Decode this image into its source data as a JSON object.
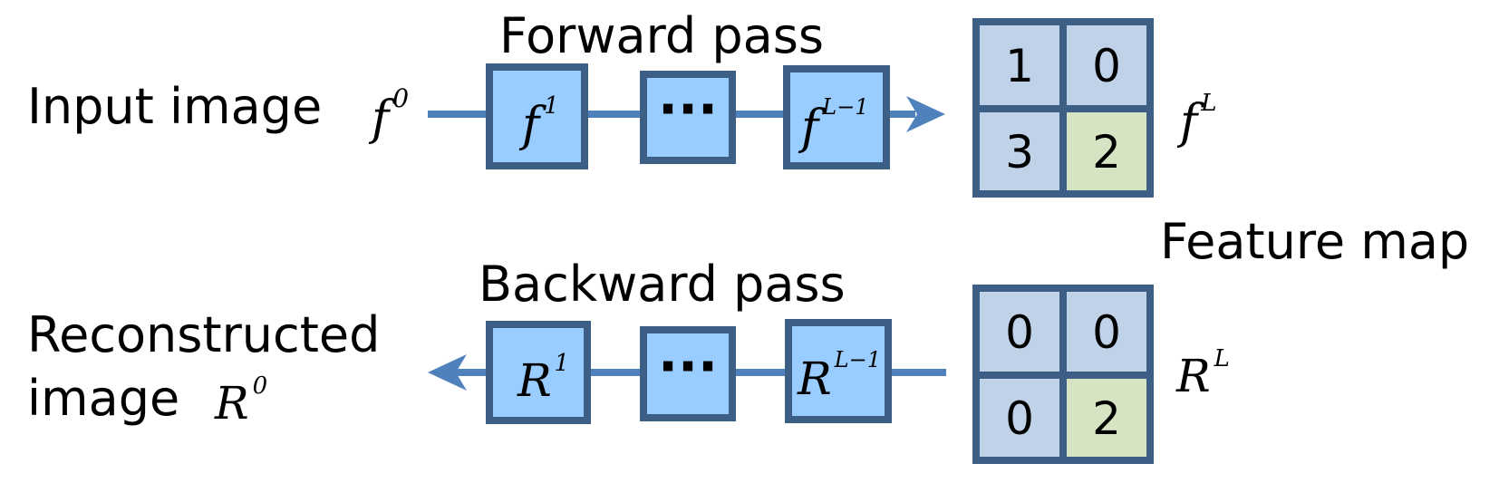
{
  "colors": {
    "arrow": "#4f81bd",
    "box_fill": "#99ccff",
    "box_stroke": "#3d5f86",
    "cell_fill": "#c0d2e8",
    "cell_highlight": "#d7e4c4",
    "grid_stroke": "#3d5f86"
  },
  "forward": {
    "title": "Forward pass",
    "input_label": "Input image",
    "input_sym": {
      "base": "f",
      "sup": "0"
    },
    "box1": {
      "base": "f",
      "sup": "1"
    },
    "box_dots": "···",
    "box3": {
      "base": "f",
      "sup": "L−1"
    },
    "output_sym": {
      "base": "f",
      "sup": "L"
    },
    "grid": [
      "1",
      "0",
      "3",
      "2"
    ]
  },
  "feature_map_label": "Feature map",
  "backward": {
    "title": "Backward pass",
    "output_label_line1": "Reconstructed",
    "output_label_line2": "image",
    "output_sym": {
      "base": "R",
      "sup": "0"
    },
    "box1": {
      "base": "R",
      "sup": "1"
    },
    "box_dots": "···",
    "box3": {
      "base": "R",
      "sup": "L−1"
    },
    "input_sym": {
      "base": "R",
      "sup": "L"
    },
    "grid": [
      "0",
      "0",
      "0",
      "2"
    ]
  }
}
